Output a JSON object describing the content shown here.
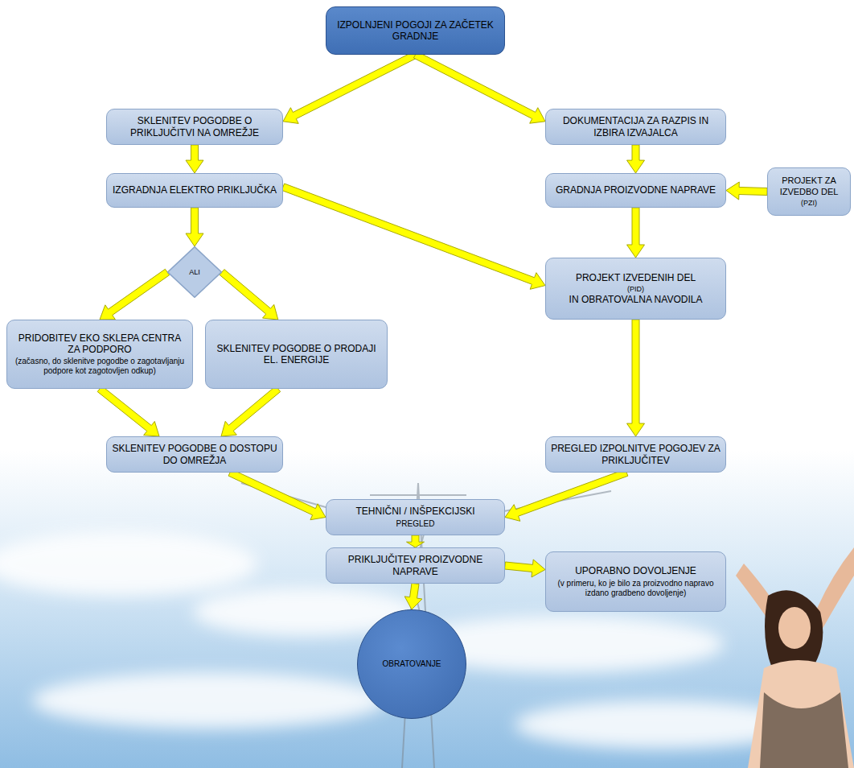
{
  "diagram": {
    "nodes": [
      {
        "text": [
          "IZPOLNJENI POGOJI ZA ZAČETEK GRADNJE"
        ]
      },
      {
        "text": [
          "SKLENITEV POGODBE O PRIKLJUČITVI NA OMREŽJE"
        ]
      },
      {
        "text": [
          "DOKUMENTACIJA ZA RAZPIS IN IZBIRA IZVAJALCA"
        ]
      },
      {
        "text": [
          "IZGRADNJA ELEKTRO PRIKLJUČKA"
        ]
      },
      {
        "text": [
          "GRADNJA PROIZVODNE NAPRAVE"
        ]
      },
      {
        "text": [
          "PROJEKT ZA IZVEDBO DEL",
          "(PZI)"
        ]
      },
      {
        "text": [
          "ALI"
        ]
      },
      {
        "text": [
          "PRIDOBITEV EKO SKLEPA CENTRA ZA PODPORO",
          "(začasno, do sklenitve pogodbe o zagotavljanju podpore kot zagotovljen odkup)"
        ]
      },
      {
        "text": [
          "SKLENITEV POGODBE O PRODAJI EL. ENERGIJE"
        ]
      },
      {
        "text": [
          "PROJEKT IZVEDENIH DEL",
          "(PID)",
          "IN OBRATOVALNA NAVODILA"
        ]
      },
      {
        "text": [
          "SKLENITEV POGODBE O DOSTOPU DO OMREŽJA"
        ]
      },
      {
        "text": [
          "PREGLED IZPOLNITVE POGOJEV ZA PRIKLJUČITEV"
        ]
      },
      {
        "text": [
          "TEHNIČNI / INŠPEKCIJSKI",
          "PREGLED"
        ]
      },
      {
        "text": [
          "PRIKLJUČITEV PROIZVODNE NAPRAVE"
        ]
      },
      {
        "text": [
          "UPORABNO DOVOLJENJE",
          "(v primeru, ko je bilo za proizvodno napravo izdano gradbeno dovoljenje)"
        ]
      },
      {
        "text": [
          "OBRATOVANJE"
        ]
      }
    ],
    "edges": [
      {
        "from": 0,
        "to": 1,
        "arrow": "to"
      },
      {
        "from": 0,
        "to": 2,
        "arrow": "to"
      },
      {
        "from": 1,
        "to": 3,
        "arrow": "to"
      },
      {
        "from": 2,
        "to": 4,
        "arrow": "to"
      },
      {
        "from": 5,
        "to": 4,
        "arrow": "to"
      },
      {
        "from": 3,
        "to": 9,
        "arrow": "to"
      },
      {
        "from": 3,
        "to": 6,
        "arrow": "to"
      },
      {
        "from": 6,
        "to": 7,
        "arrow": "to"
      },
      {
        "from": 6,
        "to": 8,
        "arrow": "to"
      },
      {
        "from": 7,
        "to": 10,
        "arrow": "to"
      },
      {
        "from": 8,
        "to": 10,
        "arrow": "to"
      },
      {
        "from": 4,
        "to": 9,
        "arrow": "to"
      },
      {
        "from": 9,
        "to": 11,
        "arrow": "to"
      },
      {
        "from": 10,
        "to": 12,
        "arrow": "to"
      },
      {
        "from": 11,
        "to": 12,
        "arrow": "to"
      },
      {
        "from": 12,
        "to": 13,
        "arrow": "to"
      },
      {
        "from": 13,
        "to": 14,
        "arrow": "to"
      },
      {
        "from": 13,
        "to": 15,
        "arrow": "to"
      }
    ]
  }
}
